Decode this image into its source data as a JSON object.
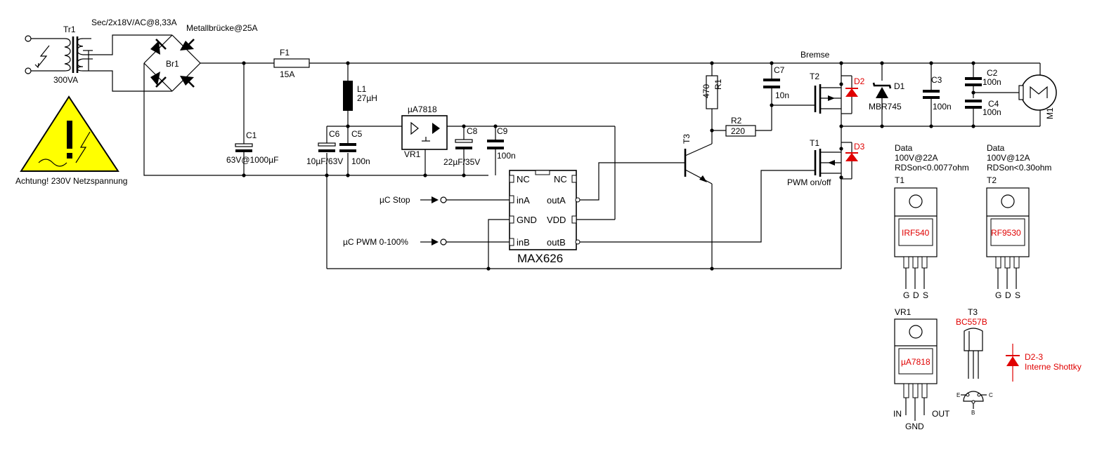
{
  "labels": {
    "tr1": "Tr1",
    "tr1_power": "300VA",
    "secondary": "Sec/2x18V/AC@8,33A",
    "bridge": "Metallbrücke@25A",
    "br1": "Br1",
    "f1": "F1",
    "f1_value": "15A",
    "c1": "C1",
    "c1_value": "63V@1000µF",
    "l1": "L1",
    "l1_value": "27µH",
    "c6": "C6",
    "c6_value": "10µF/63V",
    "c5": "C5",
    "c5_value": "100n",
    "vreg_top": "µA7818",
    "vr1": "VR1",
    "c8": "C8",
    "c8_value": "22µF/35V",
    "c9": "C9",
    "c9_value": "100n",
    "warning": "Achtung! 230V Netzspannung",
    "uc_stop": "µC Stop",
    "uc_pwm": "µC PWM 0-100%",
    "max626": "MAX626",
    "r1": "R1",
    "r1_value": "470",
    "r2": "R2",
    "r2_value": "220",
    "t3": "T3",
    "c7": "C7",
    "c7_value": "10n",
    "bremse": "Bremse",
    "t2": "T2",
    "d2": "D2",
    "t1": "T1",
    "d3": "D3",
    "pwm_onoff": "PWM on/off",
    "d1": "D1",
    "d1_value": "MBR745",
    "c3": "C3",
    "c3_value": "100n",
    "c2": "C2",
    "c2_value": "100n",
    "c4": "C4",
    "c4_value": "100n",
    "m1": "M1"
  },
  "max626_pins": {
    "nc_left": "NC",
    "nc_right": "NC",
    "inA": "inA",
    "outA": "outA",
    "gnd": "GND",
    "vdd": "VDD",
    "inB": "inB",
    "outB": "outB"
  },
  "legend": {
    "t1_data_title": "Data",
    "t1_data_rating": "100V@22A",
    "t1_data_rds": "RDSon<0.0077ohm",
    "t1_label": "T1",
    "t1_part": "IRF540",
    "t2_data_title": "Data",
    "t2_data_rating": "100V@12A",
    "t2_data_rds": "RDSon<0.30ohm",
    "t2_label": "T2",
    "t2_part": "RF9530",
    "pin_g": "G",
    "pin_d": "D",
    "pin_s": "S",
    "vr1_label": "VR1",
    "vr1_part": "µA7818",
    "pin_in": "IN",
    "pin_gnd": "GND",
    "pin_out": "OUT",
    "t3_label": "T3",
    "t3_part": "BC557B",
    "pin_e": "E",
    "pin_b": "B",
    "pin_c": "C",
    "d23_label": "D2-3",
    "d23_desc": "Interne Shottky"
  },
  "colors": {
    "wire": "#000000",
    "part_red": "#e00000",
    "warning_yellow": "#ffff00"
  }
}
